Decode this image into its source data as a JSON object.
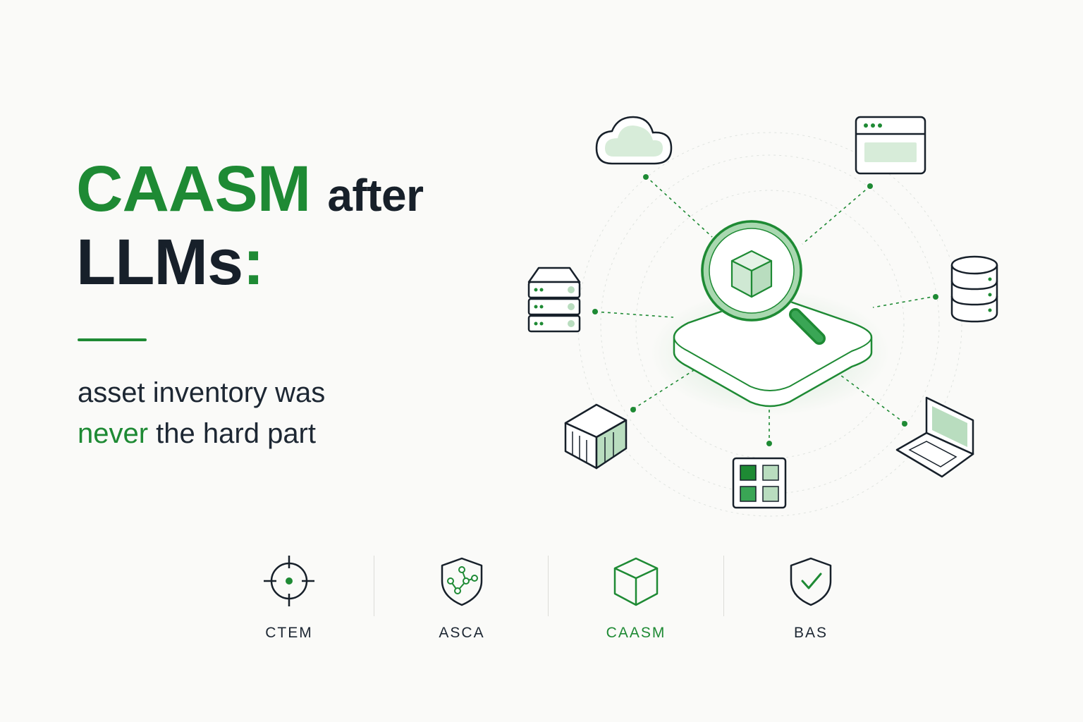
{
  "colors": {
    "accent": "#1e8a34",
    "dark": "#17202a",
    "light_green": "#d7ecd9"
  },
  "headline": {
    "brand": "CAASM",
    "after": "after",
    "line2": "LLMs",
    "colon": ":"
  },
  "subtitle": {
    "line1": "asset inventory was",
    "highlight": "never",
    "rest": " the hard part"
  },
  "diagram": {
    "center": "cube-inside-magnifier-on-platform",
    "nodes": [
      "cloud-icon",
      "browser-window-icon",
      "database-icon",
      "laptop-icon",
      "app-grid-icon",
      "container-icon",
      "server-rack-icon"
    ]
  },
  "nav": {
    "items": [
      {
        "label": "CTEM",
        "icon": "crosshair-icon",
        "active": false
      },
      {
        "label": "ASCA",
        "icon": "shield-graph-icon",
        "active": false
      },
      {
        "label": "CAASM",
        "icon": "cube-icon",
        "active": true
      },
      {
        "label": "BAS",
        "icon": "shield-check-icon",
        "active": false
      }
    ]
  }
}
